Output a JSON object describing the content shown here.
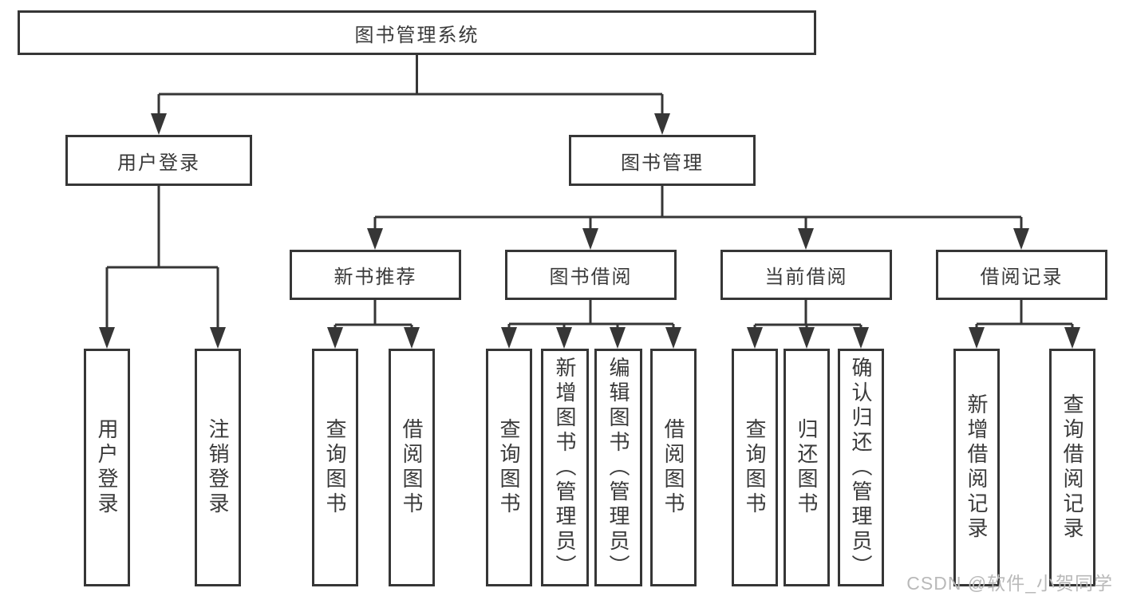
{
  "tree": {
    "label": "图书管理系统",
    "children": [
      {
        "label": "用户登录",
        "children": [
          {
            "label": "用户登录"
          },
          {
            "label": "注销登录"
          }
        ]
      },
      {
        "label": "图书管理",
        "children": [
          {
            "label": "新书推荐",
            "children": [
              {
                "label": "查询图书"
              },
              {
                "label": "借阅图书"
              }
            ]
          },
          {
            "label": "图书借阅",
            "children": [
              {
                "label": "查询图书"
              },
              {
                "label": "新增图书（管理员）"
              },
              {
                "label": "编辑图书（管理员）"
              },
              {
                "label": "借阅图书"
              }
            ]
          },
          {
            "label": "当前借阅",
            "children": [
              {
                "label": "查询图书"
              },
              {
                "label": "归还图书"
              },
              {
                "label": "确认归还（管理员）"
              }
            ]
          },
          {
            "label": "借阅记录",
            "children": [
              {
                "label": "新增借阅记录"
              },
              {
                "label": "查询借阅记录"
              }
            ]
          }
        ]
      }
    ]
  },
  "watermark": {
    "text": "CSDN @软件_小贺同学"
  },
  "colors": {
    "line": "#363636",
    "box_border": "#363636",
    "text": "#3a3a3a",
    "background": "#ffffff",
    "watermark": "#b9b9b9"
  }
}
